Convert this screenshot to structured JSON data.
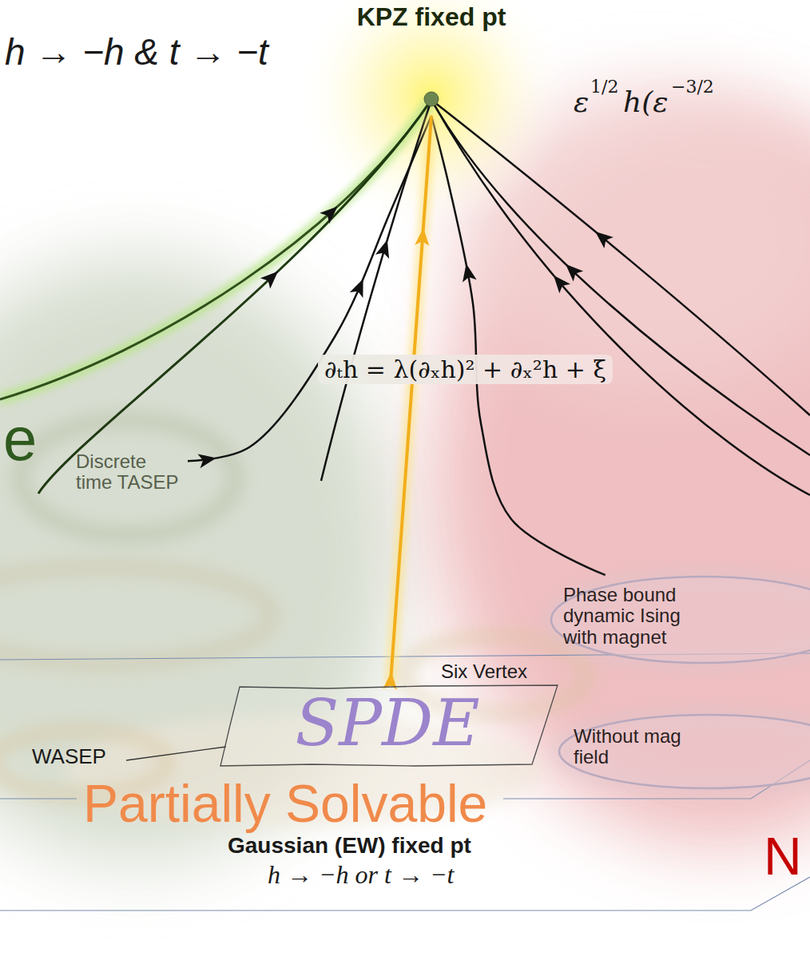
{
  "diagram": {
    "nodes": [
      {
        "text": [
          "KPZ fixed pt"
        ]
      },
      {
        "text": [
          "Discrete time TASEP"
        ]
      },
      {
        "text": [
          "Phase bound dynamic Ising with magnet"
        ]
      },
      {
        "text": [
          "SPDE"
        ]
      },
      {
        "text": [
          "Without mag field"
        ]
      }
    ],
    "edges": [
      {
        "from": 1,
        "to": 0,
        "arrow": "to"
      },
      {
        "from": 2,
        "to": 0,
        "arrow": "to"
      },
      {
        "from": 3,
        "to": 0,
        "arrow": "to"
      }
    ],
    "labels": [
      "h → −h & t → −t",
      "ε",
      "1/2",
      "h(ε",
      "−3/2",
      "∂ₜh = λ(∂ₓh)² + ∂ₓ²h + ξ",
      "e",
      "Six Vertex",
      "WASEP",
      "Partially Solvable",
      "Gaussian (EW) fixed pt",
      "h → −h or t → −t",
      "N"
    ]
  }
}
